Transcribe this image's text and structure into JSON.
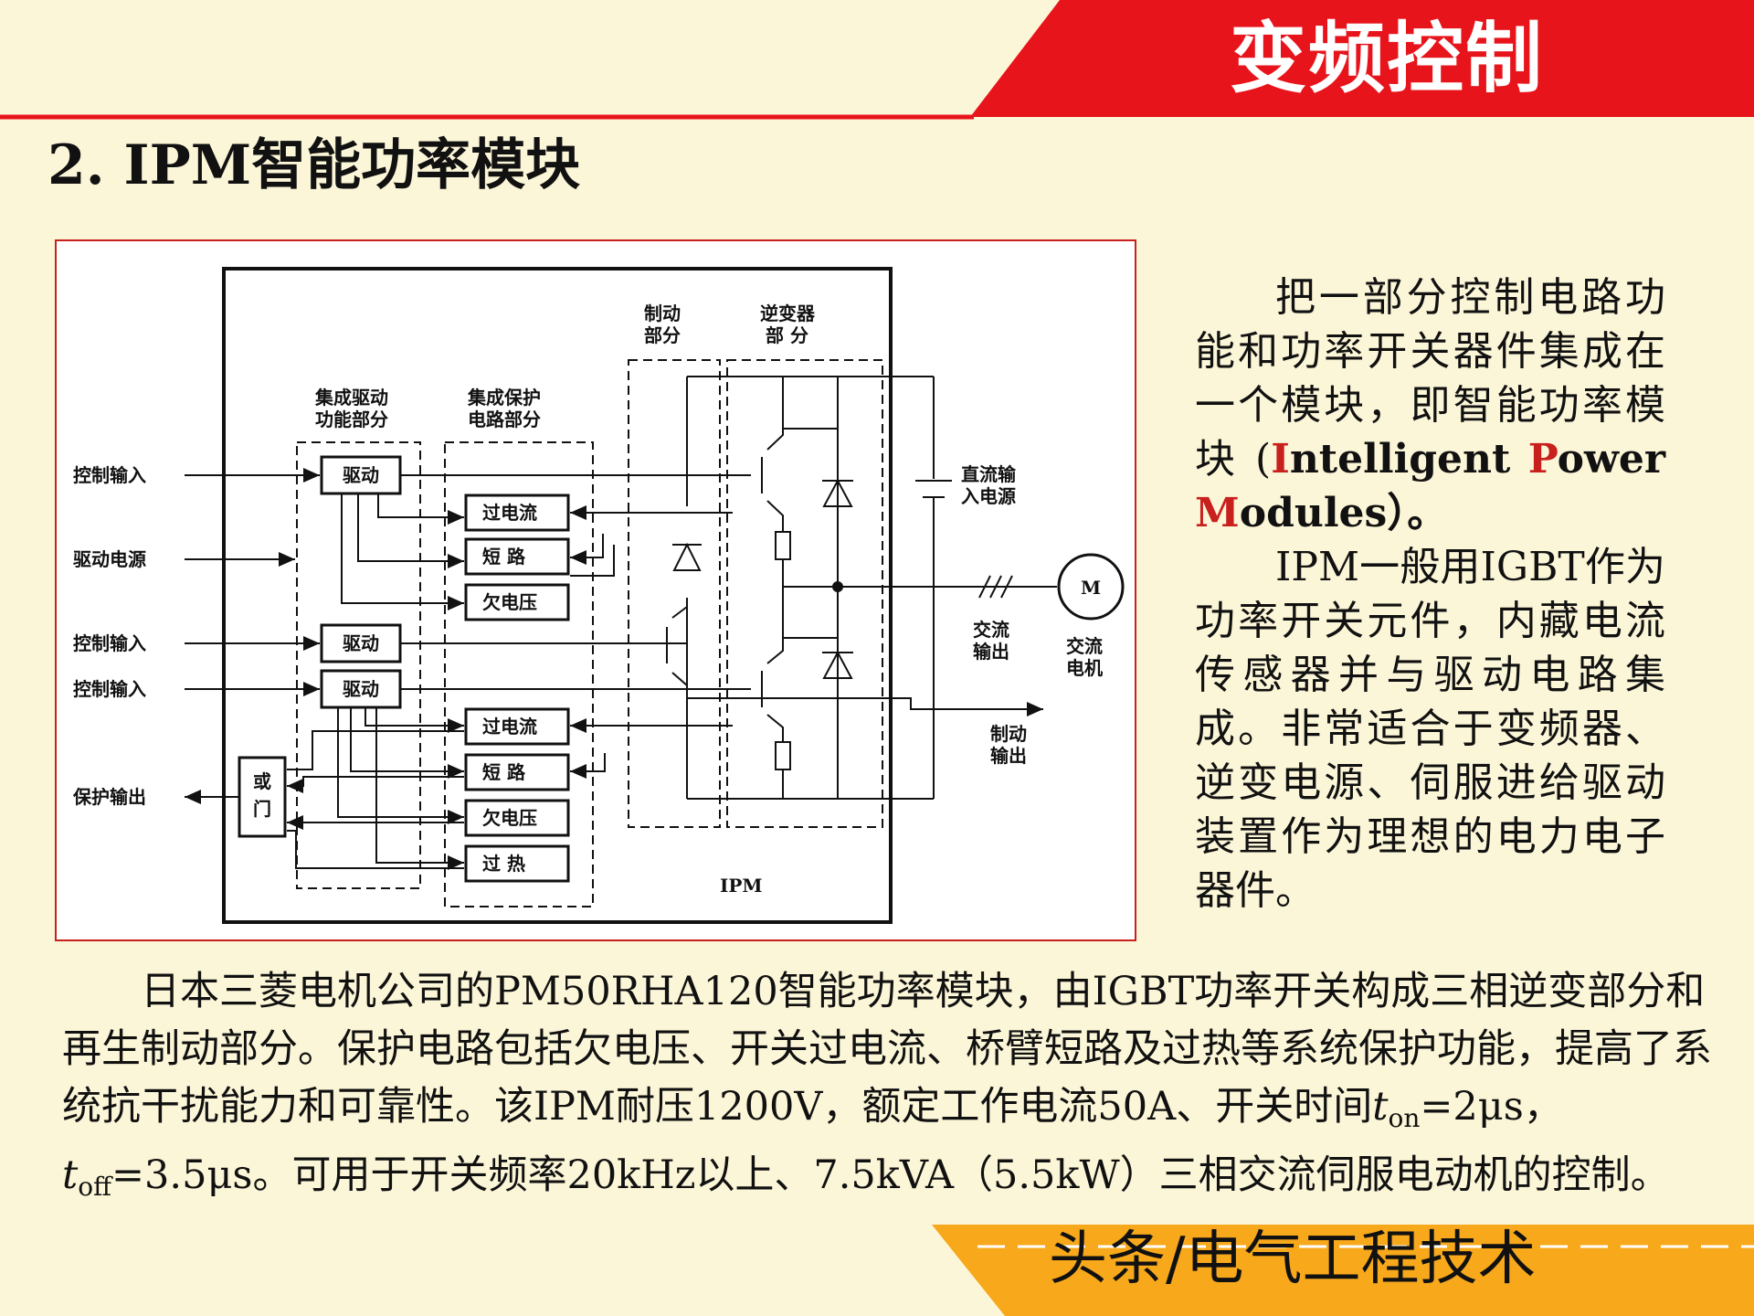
{
  "header": {
    "title": "变频控制",
    "banner_color": "#e8141c"
  },
  "section": {
    "title": "2. IPM智能功率模块"
  },
  "diagram": {
    "labels": {
      "brake_part": [
        "制动",
        "部分"
      ],
      "inverter_part": [
        "逆变器",
        "部  分"
      ],
      "drive_part": [
        "集成驱动",
        "功能部分"
      ],
      "protect_part": [
        "集成保护",
        "电路部分"
      ],
      "control_input": "控制输入",
      "drive_power": "驱动电源",
      "protect_output": "保护输出",
      "drive": "驱动",
      "overcurrent": "过电流",
      "short_circuit": "短  路",
      "undervoltage": "欠电压",
      "overheat": "过  热",
      "or_gate": [
        "或",
        "门"
      ],
      "dc_input": [
        "直流输",
        "入电源"
      ],
      "ac_output": [
        "交流",
        "输出"
      ],
      "ac_motor": [
        "交流",
        "电机"
      ],
      "motor": "M",
      "brake_output": [
        "制动",
        "输出"
      ],
      "ipm": "IPM"
    }
  },
  "side_text": {
    "p1_main": "把一部分控制电路功能和功率开关器件集成在一个模块，即智能功率模块 (",
    "p1_i": "I",
    "p1_ntelligent": "ntelligent ",
    "p1_p": "P",
    "p1_ower": "ower ",
    "p1_m": "M",
    "p1_odules": "odules）。",
    "p2": "IPM一般用IGBT作为功率开关元件，内藏电流传感器并与驱动电路集成。非常适合于变频器、逆变电源、伺服进给驱动装置作为理想的电力电子器件。"
  },
  "body": {
    "text_a": "日本三菱电机公司的PM50RHA120智能功率模块，由IGBT功率开关构成三相逆变部分和再生制动部分。保护电路包括欠电压、开关过电流、桥臂短路及过热等系统保护功能，提高了系统抗干扰能力和可靠性。该IPM耐压1200V，额定工作电流50A、开关时间",
    "t1": "t",
    "sub1": "on",
    "val1": "=2μs，",
    "t2": "t",
    "sub2": "off",
    "val2": "=3.5μs。可用于开关频率20kHz以上、7.5kVA（5.5kW）三相交流伺服电动机的控制。"
  },
  "footer": {
    "text": "头条/电气工程技术",
    "color": "#f7a81b"
  }
}
